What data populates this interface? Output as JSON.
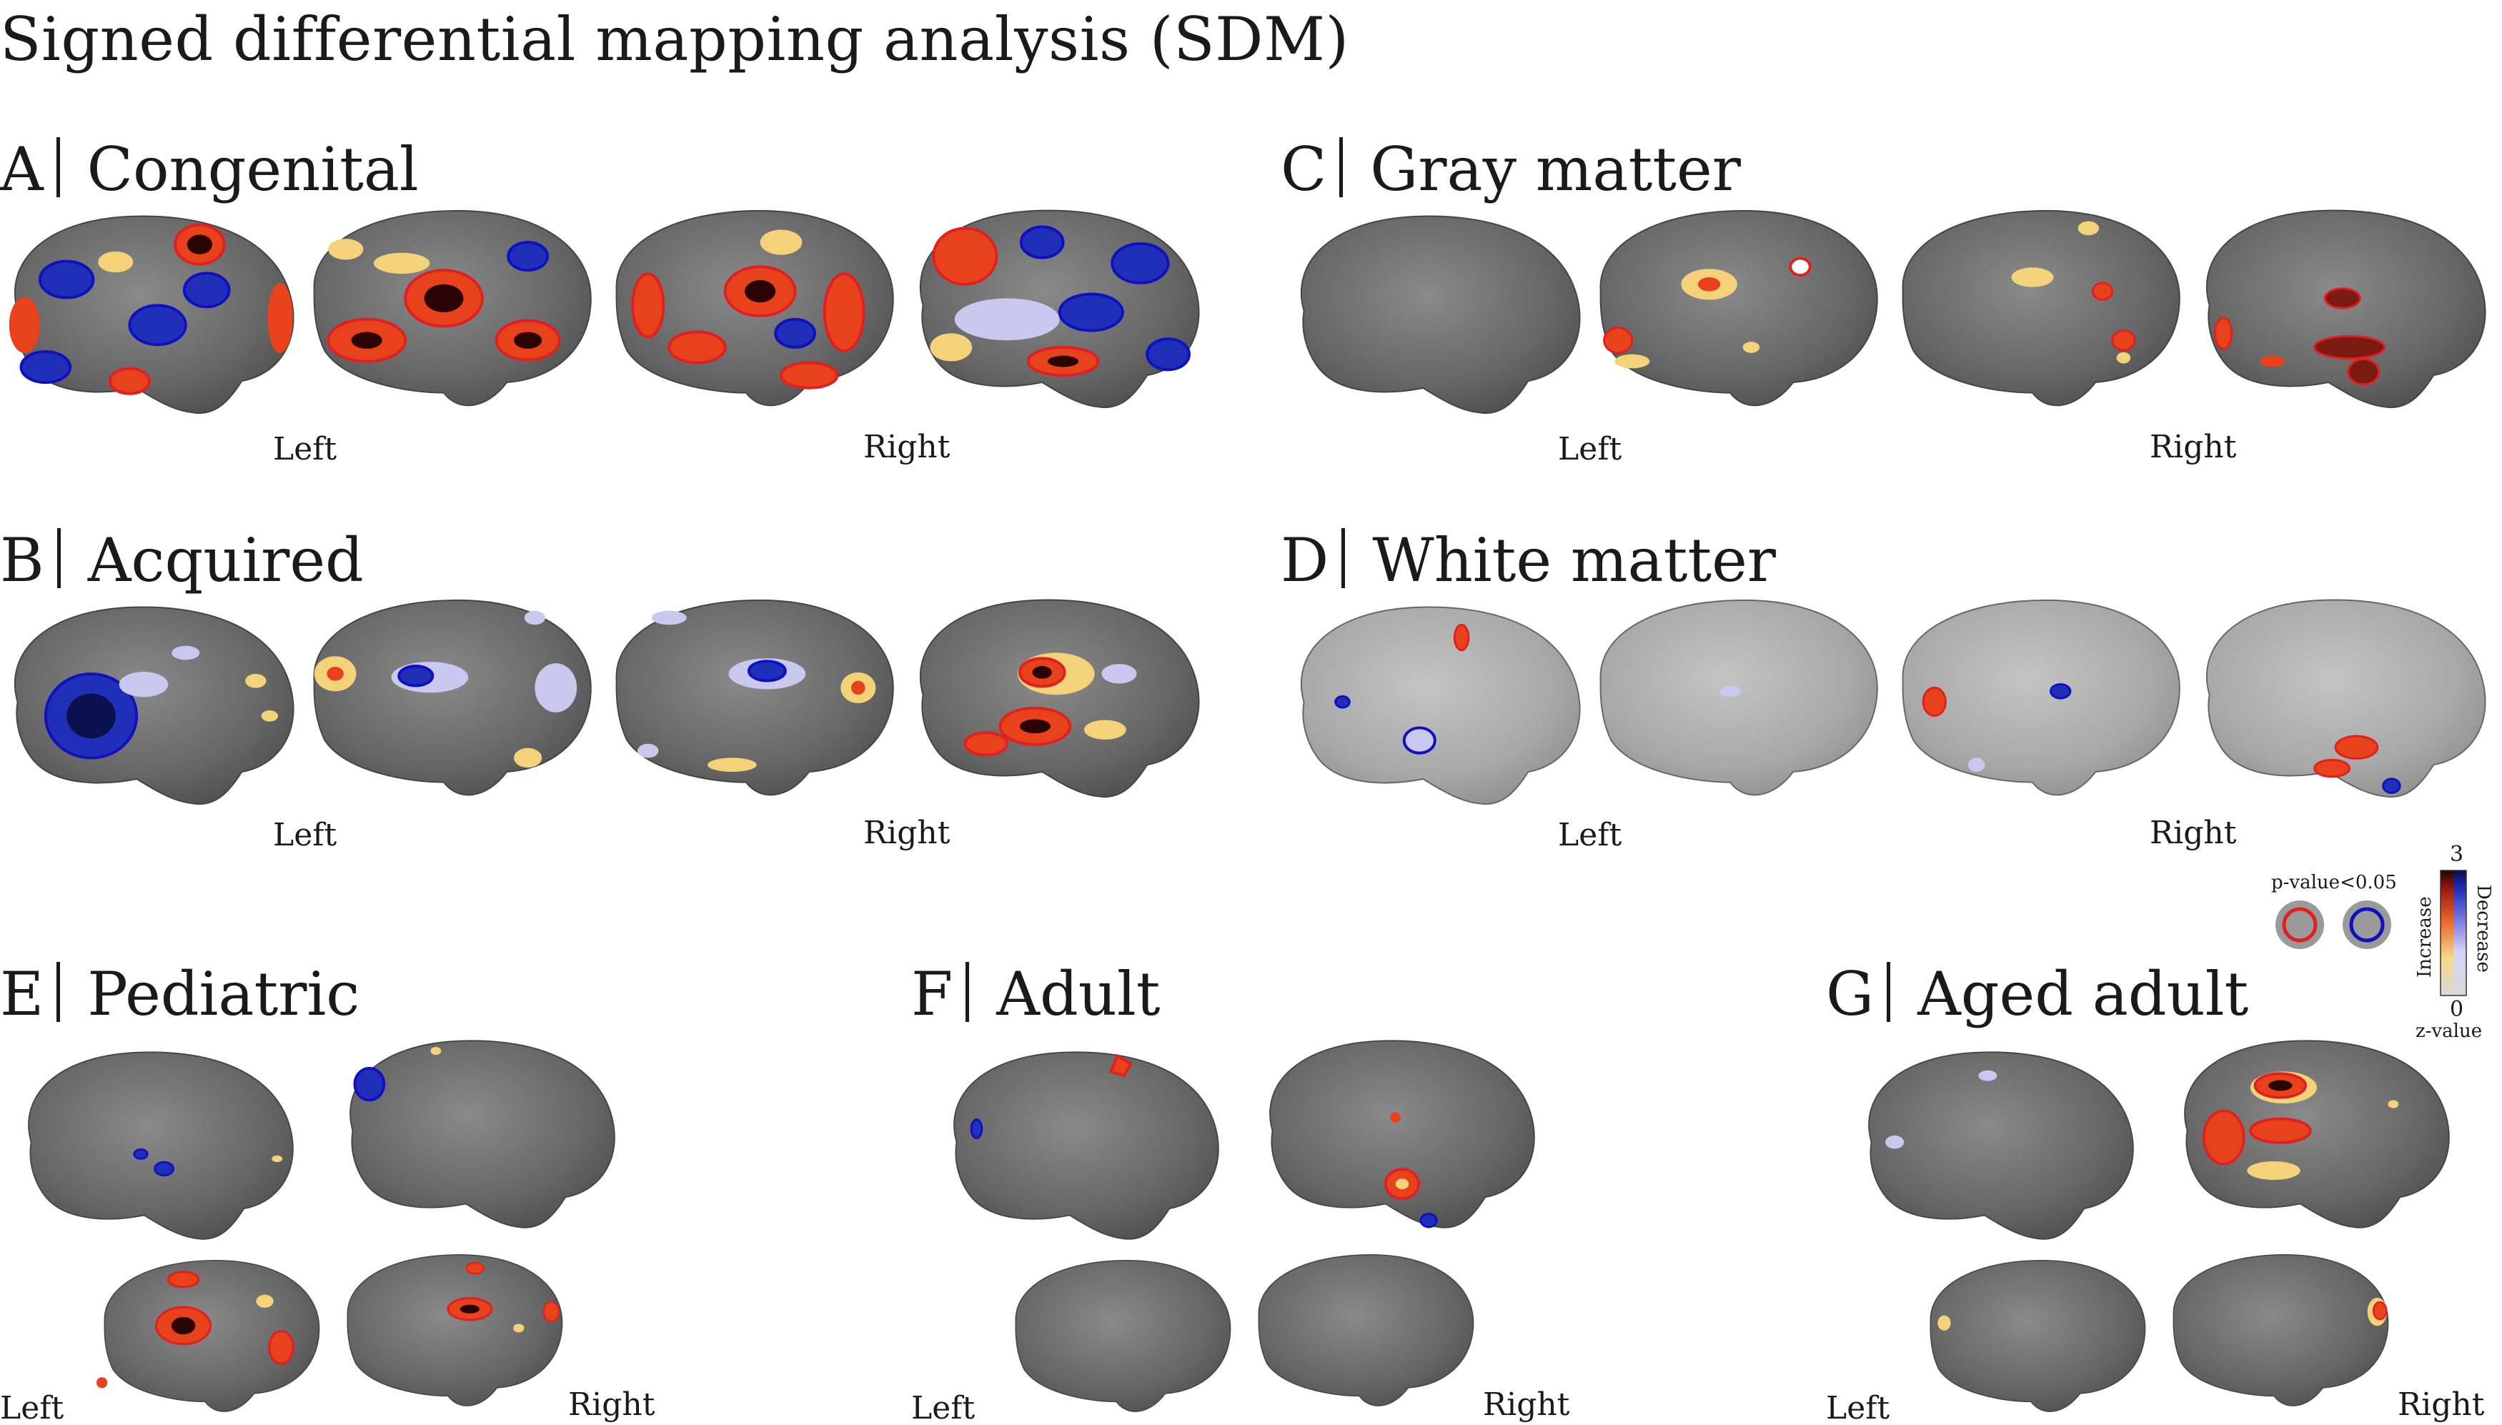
{
  "title": "Signed differential mapping analysis (SDM)",
  "panels": {
    "A": {
      "letter": "A",
      "label": "Congenital",
      "left": "Left",
      "right": "Right"
    },
    "B": {
      "letter": "B",
      "label": "Acquired",
      "left": "Left",
      "right": "Right"
    },
    "C": {
      "letter": "C",
      "label": "Gray matter",
      "left": "Left",
      "right": "Right"
    },
    "D": {
      "letter": "D",
      "label": "White matter",
      "left": "Left",
      "right": "Right"
    },
    "E": {
      "letter": "E",
      "label": "Pediatric",
      "left": "Left",
      "right": "Right"
    },
    "F": {
      "letter": "F",
      "label": "Adult",
      "left": "Left",
      "right": "Right"
    },
    "G": {
      "letter": "G",
      "label": "Aged adult",
      "left": "Left",
      "right": "Right"
    }
  },
  "legend": {
    "pvalue": "p-value<0.05",
    "increase": "Increase",
    "decrease": "Decrease",
    "max": "3",
    "min": "0",
    "zvalue": "z-value"
  },
  "colors": {
    "cortex": "#6a6a6a",
    "cortex_light": "#a9a9a9",
    "increase": "#e8421c",
    "increase_core": "#5a0d08",
    "increase_pale": "#f3d27a",
    "decrease": "#1f2fb8",
    "decrease_pale": "#c9c8ef",
    "outline_red": "#e02020",
    "outline_blue": "#1010c0"
  }
}
